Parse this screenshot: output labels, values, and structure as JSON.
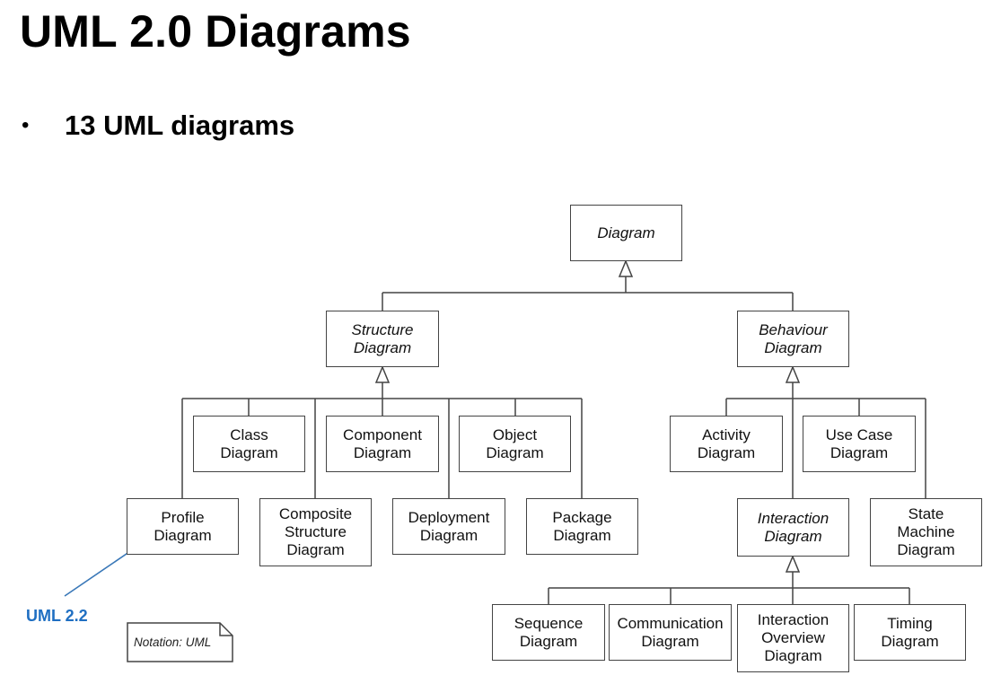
{
  "title": "UML 2.0 Diagrams",
  "bullet": {
    "marker": "•",
    "text": "13 UML diagrams"
  },
  "boxes": {
    "diagram": "Diagram",
    "structure": "Structure\nDiagram",
    "behaviour": "Behaviour\nDiagram",
    "class": "Class\nDiagram",
    "component": "Component\nDiagram",
    "object": "Object\nDiagram",
    "profile": "Profile\nDiagram",
    "composite": "Composite\nStructure\nDiagram",
    "deployment": "Deployment\nDiagram",
    "package": "Package\nDiagram",
    "activity": "Activity\nDiagram",
    "usecase": "Use Case\nDiagram",
    "interaction": "Interaction\nDiagram",
    "statemachine": "State\nMachine\nDiagram",
    "sequence": "Sequence\nDiagram",
    "communication": "Communication\nDiagram",
    "interactionoverview": "Interaction\nOverview\nDiagram",
    "timing": "Timing\nDiagram"
  },
  "annotation": "UML 2.2",
  "notation": "Notation: UML",
  "colors": {
    "annotation": "#1f6fc2",
    "lines": "#444444"
  }
}
